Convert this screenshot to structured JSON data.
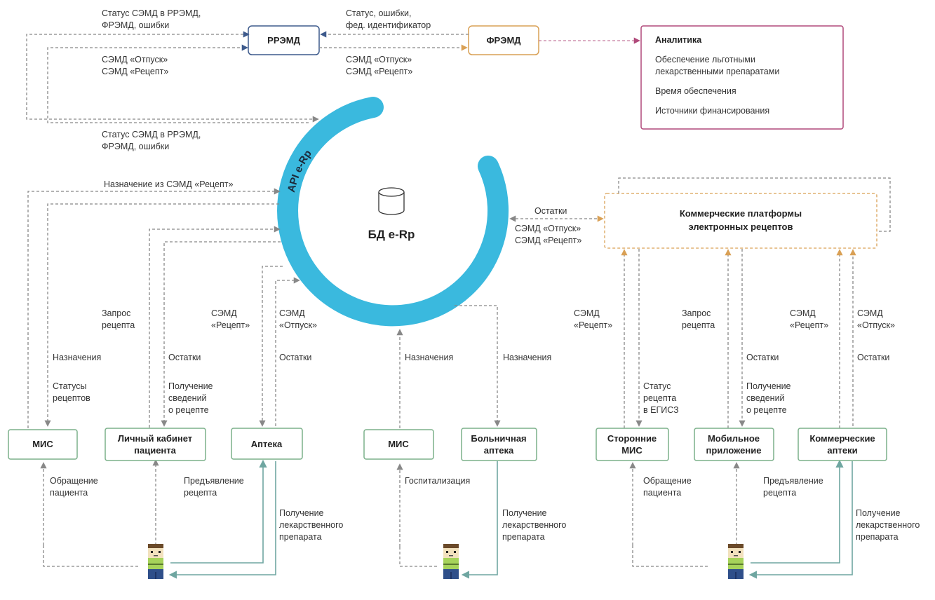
{
  "colors": {
    "blue_edge": "#3d5a8c",
    "orange_edge": "#d9a055",
    "purple_edge": "#b0497a",
    "green_edge": "#7bb08a",
    "ring": "#3ab9de",
    "arrow_gray": "#888888",
    "arrow_dark_blue": "#3d5a8c",
    "arrow_teal": "#6fa6a1",
    "arrow_orange": "#d9a055",
    "arrow_purple": "#b0497a"
  },
  "top": {
    "rremd": "РРЭМД",
    "fremd": "ФРЭМД",
    "analytics": {
      "title": "Аналитика",
      "items": [
        "Обеспечение льготными",
        "лекарственными препаратами",
        "Время обеспечения",
        "Источники финансирования"
      ]
    },
    "labels": {
      "status_left_1": "Статус СЭМД в РРЭМД,",
      "status_left_2": "ФРЭМД, ошибки",
      "semd_left_1": "СЭМД «Отпуск»",
      "semd_left_2": "СЭМД «Рецепт»",
      "status_right_1": "Статус, ошибки,",
      "status_right_2": "фед. идентификатор",
      "semd_right_1": "СЭМД «Отпуск»",
      "semd_right_2": "СЭМД «Рецепт»",
      "status_mid_1": "Статус СЭМД в РРЭМД,",
      "status_mid_2": "ФРЭМД, ошибки"
    }
  },
  "center": {
    "ring_label": "API e-Rp",
    "db_label": "БД e-Rp",
    "database_icon": "database-icon"
  },
  "left_group": {
    "purpose_label": "Назначение из СЭМД «Рецепт»",
    "mis": "МИС",
    "cabinet_1": "Личный кабинет",
    "cabinet_2": "пациента",
    "pharmacy": "Аптека",
    "request_1": "Запрос",
    "request_2": "рецепта",
    "prescriptions": "Назначения",
    "statuses_1": "Статусы",
    "statuses_2": "рецептов",
    "remains": "Остатки",
    "info_1": "Получение",
    "info_2": "сведений",
    "info_3": "о рецепте",
    "semd_recipe_1": "СЭМД",
    "semd_recipe_2": "«Рецепт»",
    "semd_release_1": "СЭМД",
    "semd_release_2": "«Отпуск»",
    "remains_2": "Остатки",
    "appeal_1": "Обращение",
    "appeal_2": "пациента",
    "present_1": "Предъявление",
    "present_2": "рецепта",
    "receive_1": "Получение",
    "receive_2": "лекарственного",
    "receive_3": "препарата"
  },
  "middle_group": {
    "mis": "МИС",
    "hospital_1": "Больничная",
    "hospital_2": "аптека",
    "prescriptions_1": "Назначения",
    "prescriptions_2": "Назначения",
    "hospitalization": "Госпитализация",
    "receive_1": "Получение",
    "receive_2": "лекарственного",
    "receive_3": "препарата"
  },
  "right_group": {
    "commercial_platforms_1": "Коммерческие платформы",
    "commercial_platforms_2": "электронных рецептов",
    "remains_top": "Остатки",
    "semd_release": "СЭМД «Отпуск»",
    "semd_recipe": "СЭМД «Рецепт»",
    "third_mis_1": "Сторонние",
    "third_mis_2": "МИС",
    "mobile_1": "Мобильное",
    "mobile_2": "приложение",
    "commercial_ph_1": "Коммерческие",
    "commercial_ph_2": "аптеки",
    "semd1_1": "СЭМД",
    "semd1_2": "«Рецепт»",
    "request_1": "Запрос",
    "request_2": "рецепта",
    "semd2_1": "СЭМД",
    "semd2_2": "«Рецепт»",
    "semd3_1": "СЭМД",
    "semd3_2": "«Отпуск»",
    "remains_1": "Остатки",
    "remains_2": "Остатки",
    "status_1": "Статус",
    "status_2": "рецепта",
    "status_3": "в ЕГИСЗ",
    "info_1": "Получение",
    "info_2": "сведений",
    "info_3": "о рецепте",
    "appeal_1": "Обращение",
    "appeal_2": "пациента",
    "present_1": "Предъявление",
    "present_2": "рецепта",
    "receive_1": "Получение",
    "receive_2": "лекарственного",
    "receive_3": "препарата"
  },
  "people": [
    "patient-figure",
    "patient-figure",
    "patient-figure"
  ]
}
